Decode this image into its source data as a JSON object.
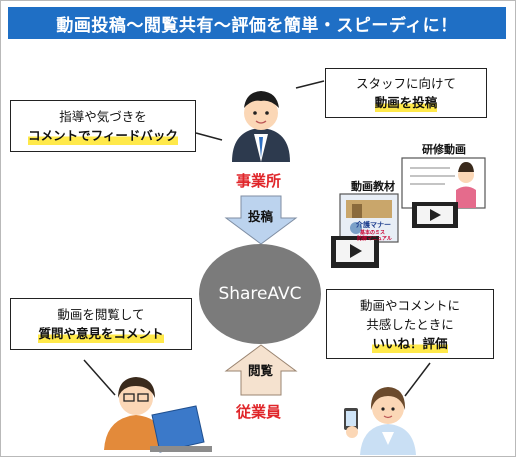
{
  "banner": {
    "title": "動画投稿～閲覧共有～評価を簡単・スピーディに！"
  },
  "top_left_callout": {
    "line1": "指導や気づきを",
    "line2": "コメントでフィードバック"
  },
  "top_right_callout": {
    "line1": "スタッフに向けて",
    "line2": "動画を投稿"
  },
  "bottom_left_callout": {
    "line1": "動画を閲覧して",
    "line2": "質問や意見をコメント"
  },
  "bottom_right_callout": {
    "line1": "動画やコメントに",
    "line2": "共感したときに",
    "line3": "いいね！評価"
  },
  "roles": {
    "office": "事業所",
    "staff": "従業員"
  },
  "center": {
    "name": "ShareAVC"
  },
  "arrows": {
    "post": "投稿",
    "view": "閲覧"
  },
  "materials": {
    "video_material": "動画教材",
    "training_video": "研修動画",
    "book_title": "介護マナー",
    "book_sub1": "基本のミス",
    "book_sub2": "防御マニュアル"
  },
  "colors": {
    "banner": "#1f6fc5",
    "highlight": "#ffe94a",
    "role": "#e0262a",
    "arrow_down": "#bcd3ee",
    "arrow_up": "#f5e2cf",
    "circle": "#7b7b7b"
  }
}
